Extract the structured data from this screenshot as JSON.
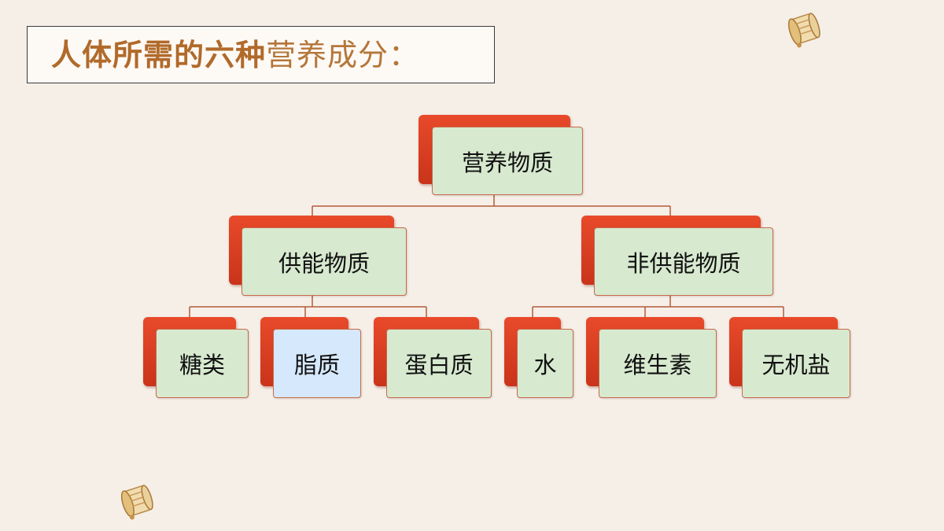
{
  "title": {
    "bold_part": "人体所需的六种",
    "light_part": "营养成分："
  },
  "tree": {
    "root": "营养物质",
    "level1": [
      "供能物质",
      "非供能物质"
    ],
    "level2_energy": [
      "糖类",
      "脂质",
      "蛋白质"
    ],
    "level2_non_energy": [
      "水",
      "维生素",
      "无机盐"
    ]
  },
  "colors": {
    "node_back": "#e04020",
    "node_front": "#d7e9cf",
    "node_highlight": "#d6e8fb",
    "line": "#b35a3a",
    "title_text": "#b16a2a"
  },
  "decorations": [
    "scroll-icon",
    "scroll-icon"
  ]
}
